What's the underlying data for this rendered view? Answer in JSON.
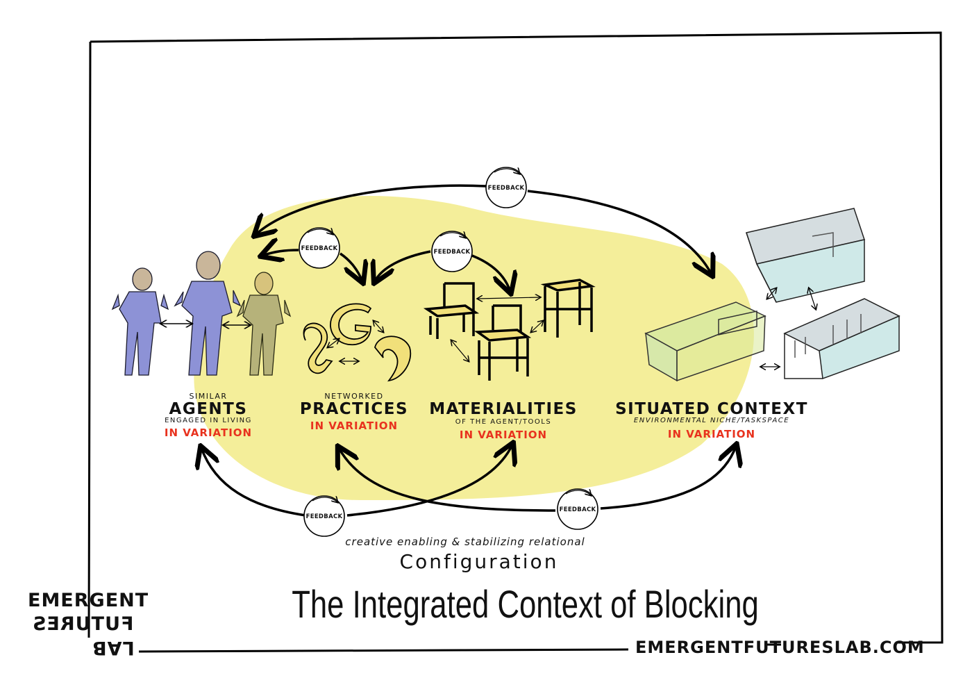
{
  "title": "The Integrated Context of Blocking",
  "website": "EMERGENTFUTURESLAB.COM",
  "logo": {
    "line1": "EMERGENT",
    "line2": "FUTURES",
    "line3": "LAB"
  },
  "feedback_label": "FEEDBACK",
  "configuration": {
    "subtitle": "creative enabling & stabilizing relational",
    "title": "Configuration"
  },
  "columns": {
    "agents": {
      "pre": "SIMILAR",
      "title": "AGENTS",
      "sub": "ENGAGED IN LIVING",
      "variation": "IN VARIATION"
    },
    "practices": {
      "pre": "NETWORKED",
      "title": "PRACTICES",
      "variation": "IN VARIATION"
    },
    "materialities": {
      "title": "MATERIALITIES",
      "sub": "OF THE AGENT/TOOLS",
      "variation": "IN VARIATION"
    },
    "context": {
      "title": "SITUATED CONTEXT",
      "sub": "ENVIRONMENTAL NICHE/TASKSPACE",
      "variation": "IN VARIATION"
    }
  },
  "colors": {
    "highlight": "#f4ee9a",
    "agent_blue": "#8d92d6",
    "agent_olive": "#b6b27a",
    "variation_red": "#e8321e",
    "chair_yellow": "#f1e07a",
    "box_cyan": "#cfe9e8"
  }
}
